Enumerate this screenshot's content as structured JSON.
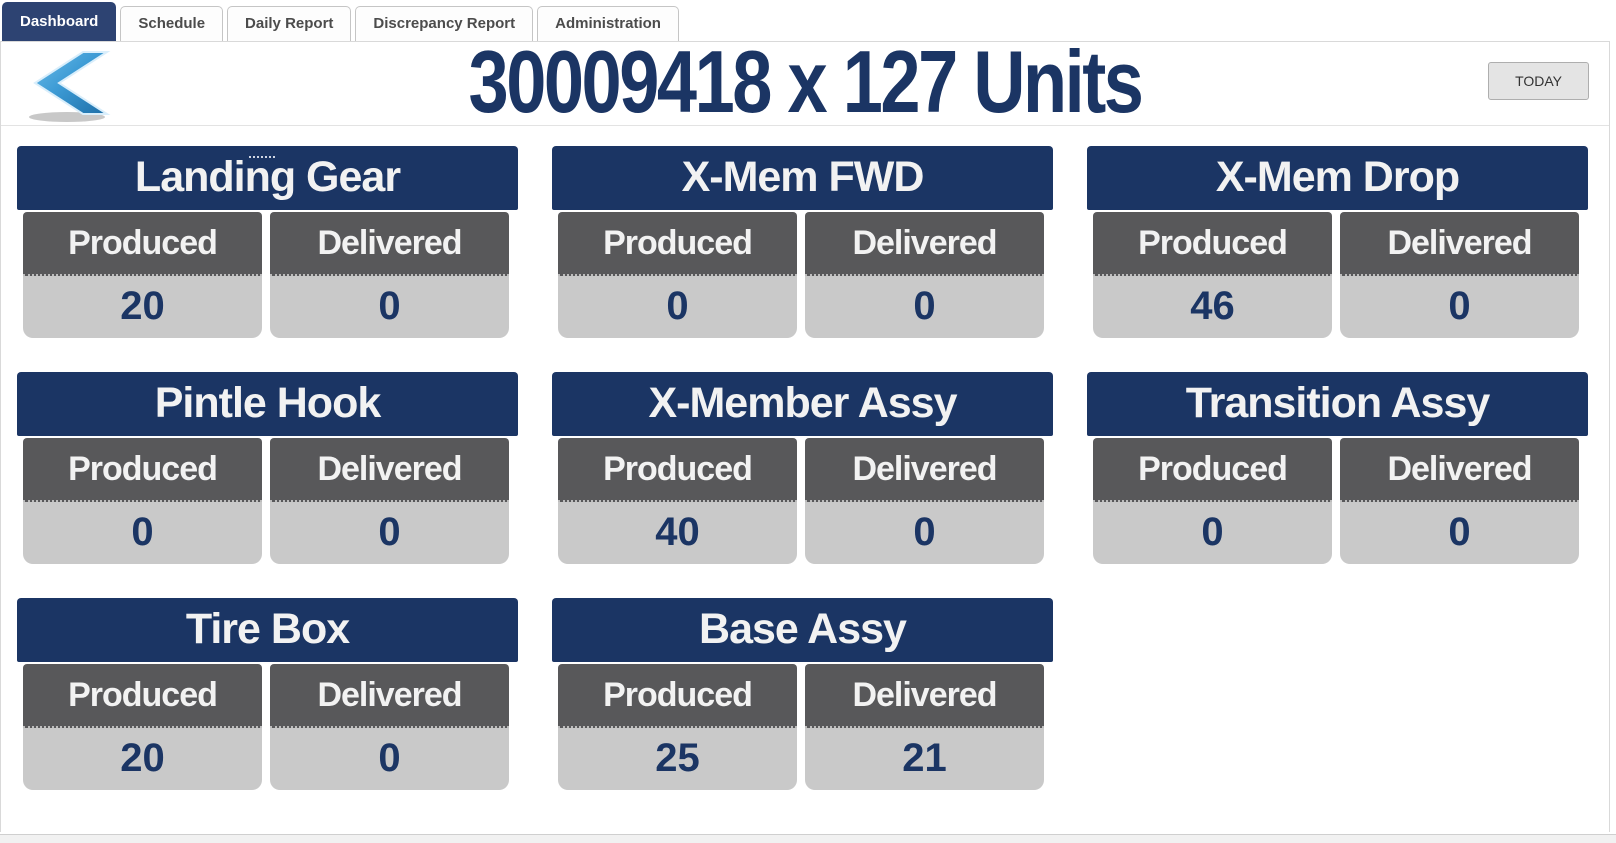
{
  "tabs": [
    {
      "label": "Dashboard",
      "active": true
    },
    {
      "label": "Schedule",
      "active": false
    },
    {
      "label": "Daily Report",
      "active": false
    },
    {
      "label": "Discrepancy Report",
      "active": false
    },
    {
      "label": "Administration",
      "active": false
    }
  ],
  "header": {
    "title": "30009418 x 127 Units",
    "today_button_label": "TODAY",
    "back_icon": "back-chevron-icon"
  },
  "labels": {
    "produced": "Produced",
    "delivered": "Delivered"
  },
  "cards": [
    {
      "title": "Landing Gear",
      "produced": "20",
      "delivered": "0"
    },
    {
      "title": "X-Mem FWD",
      "produced": "0",
      "delivered": "0"
    },
    {
      "title": "X-Mem Drop",
      "produced": "46",
      "delivered": "0"
    },
    {
      "title": "Pintle Hook",
      "produced": "0",
      "delivered": "0"
    },
    {
      "title": "X-Member Assy",
      "produced": "40",
      "delivered": "0"
    },
    {
      "title": "Transition Assy",
      "produced": "0",
      "delivered": "0"
    },
    {
      "title": "Tire Box",
      "produced": "20",
      "delivered": "0"
    },
    {
      "title": "Base Assy",
      "produced": "25",
      "delivered": "21"
    }
  ],
  "colors": {
    "navy": "#1b3564",
    "active_tab": "#2d4372",
    "label_gray": "#58585a",
    "value_gray": "#c9c9c9",
    "arrow_blue": "#3d9bd5"
  }
}
